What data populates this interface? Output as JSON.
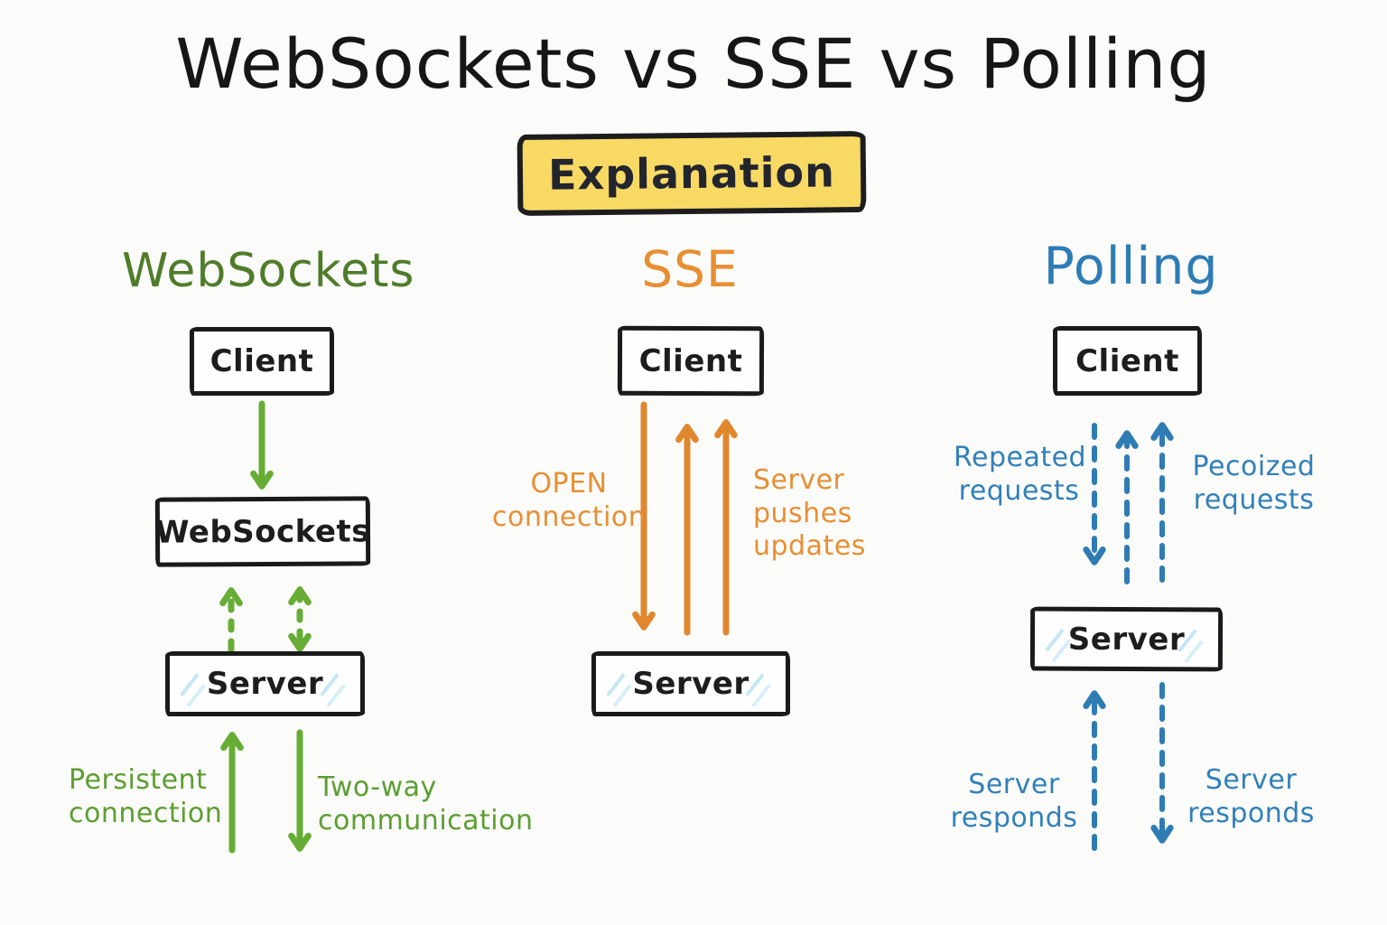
{
  "page": {
    "title": "WebSockets vs SSE vs Polling",
    "banner_label": "Explanation"
  },
  "websockets": {
    "heading": "WebSockets",
    "client": "Client",
    "protocol": "WebSockets",
    "server": "Server",
    "note_persistent": "Persistent connection",
    "note_twoway": "Two-way communication"
  },
  "sse": {
    "heading": "SSE",
    "client": "Client",
    "server": "Server",
    "note_open": "OPEN connection",
    "note_push": "Server pushes updates"
  },
  "polling": {
    "heading": "Polling",
    "client": "Client",
    "server": "Server",
    "note_repeated": "Repeated requests",
    "note_received": "Pecoized requests",
    "note_responds_left": "Server responds",
    "note_responds_right": "Server responds"
  },
  "colors": {
    "green_heading": "#4f7c2a",
    "green_arrow": "#67ad35",
    "green_label": "#5b9e31",
    "orange": "#e0872e",
    "orange_label": "#e78f33",
    "blue": "#2f7cb4",
    "blue_label": "#3180b8",
    "banner_yellow": "#f7d964",
    "ink": "#1a1a1a"
  }
}
